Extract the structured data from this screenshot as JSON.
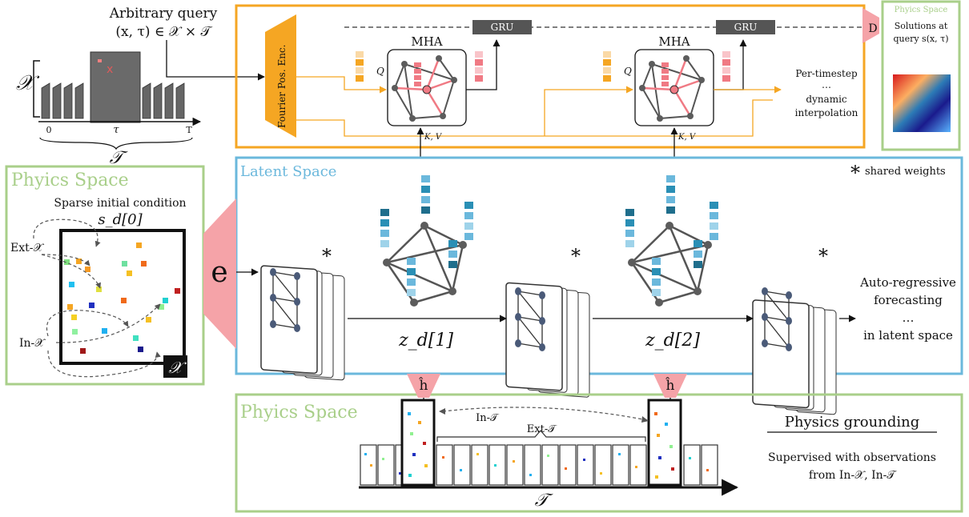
{
  "query": {
    "title_line1": "Arbitrary query",
    "title_line2": "(x, τ) ∈ 𝒳 × 𝒯",
    "x_axis_label": "𝒳",
    "t_axis_label": "𝒯",
    "tick_0": "0",
    "tick_tau": "τ",
    "tick_T": "T",
    "marker": "x"
  },
  "decoder": {
    "fourier_label": "Fourier Pos. Enc.",
    "mha_label": "MHA",
    "gru_label": "GRU",
    "q_label": "Q",
    "kv_label": "K, V",
    "per_timestep_line1": "Per-timestep",
    "per_timestep_line2": "…",
    "per_timestep_line3": "dynamic",
    "per_timestep_line4": "interpolation",
    "d_label": "D"
  },
  "physics_right": {
    "title": "Phyics Space",
    "line1": "Solutions at",
    "line2": "query s(x, τ)"
  },
  "physics_left": {
    "title": "Phyics Space",
    "sparse_line1": "Sparse initial condition",
    "sparse_line2": "s_d[0]",
    "ext_x": "Ext-𝒳",
    "in_x": "In-𝒳",
    "corner_x": "𝒳"
  },
  "latent": {
    "title": "Latent Space",
    "shared_weights": "shared weights",
    "asterisk": "*",
    "encoder_label": "e",
    "z1": "z_d[1]",
    "z2": "z_d[2]",
    "auto_line1": "Auto-regressive",
    "auto_line2": "forecasting",
    "auto_line3": "…",
    "auto_line4": "in latent space"
  },
  "physics_bottom": {
    "title": "Phyics Space",
    "h_label": "ĥ",
    "in_t": "In-𝒯",
    "ext_t": "Ext-𝒯",
    "t_axis": "𝒯",
    "grounding_title": "Physics grounding",
    "supervised_line1": "Supervised with observations",
    "supervised_line2": "from In-𝒳, In-𝒯"
  },
  "colors": {
    "orange": "#F5A623",
    "blue": "#6BB8DC",
    "green": "#A9CF8A",
    "pink": "#F5A3A8",
    "gru_fill": "#555555",
    "node": "#5C5C5C"
  }
}
